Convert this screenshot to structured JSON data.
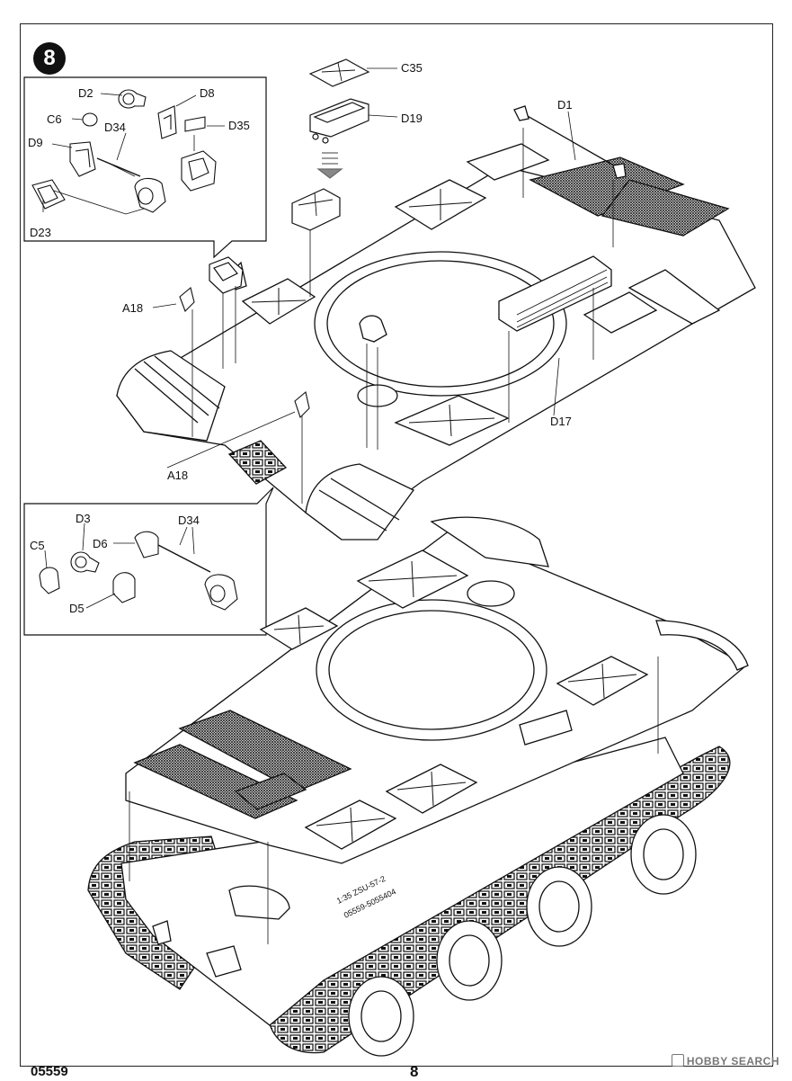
{
  "step": {
    "number": "8"
  },
  "callouts": {
    "top_left": [
      "D2",
      "D8",
      "C6",
      "D34",
      "D35",
      "D9",
      "D23"
    ],
    "main_top": [
      "C35",
      "D19",
      "D1",
      "A18",
      "A18",
      "D17"
    ],
    "mid_left": [
      "D3",
      "D34",
      "C5",
      "D6",
      "D5"
    ]
  },
  "hull_marking": {
    "line1": "1:35  ZSU-57-2",
    "line2": "05559-5055404"
  },
  "footer": {
    "code": "05559",
    "page": "8"
  },
  "watermark": {
    "text": "HOBBY SEARCH"
  },
  "colors": {
    "ink": "#111111",
    "mesh": "#2a2a2a",
    "paper": "#ffffff"
  }
}
